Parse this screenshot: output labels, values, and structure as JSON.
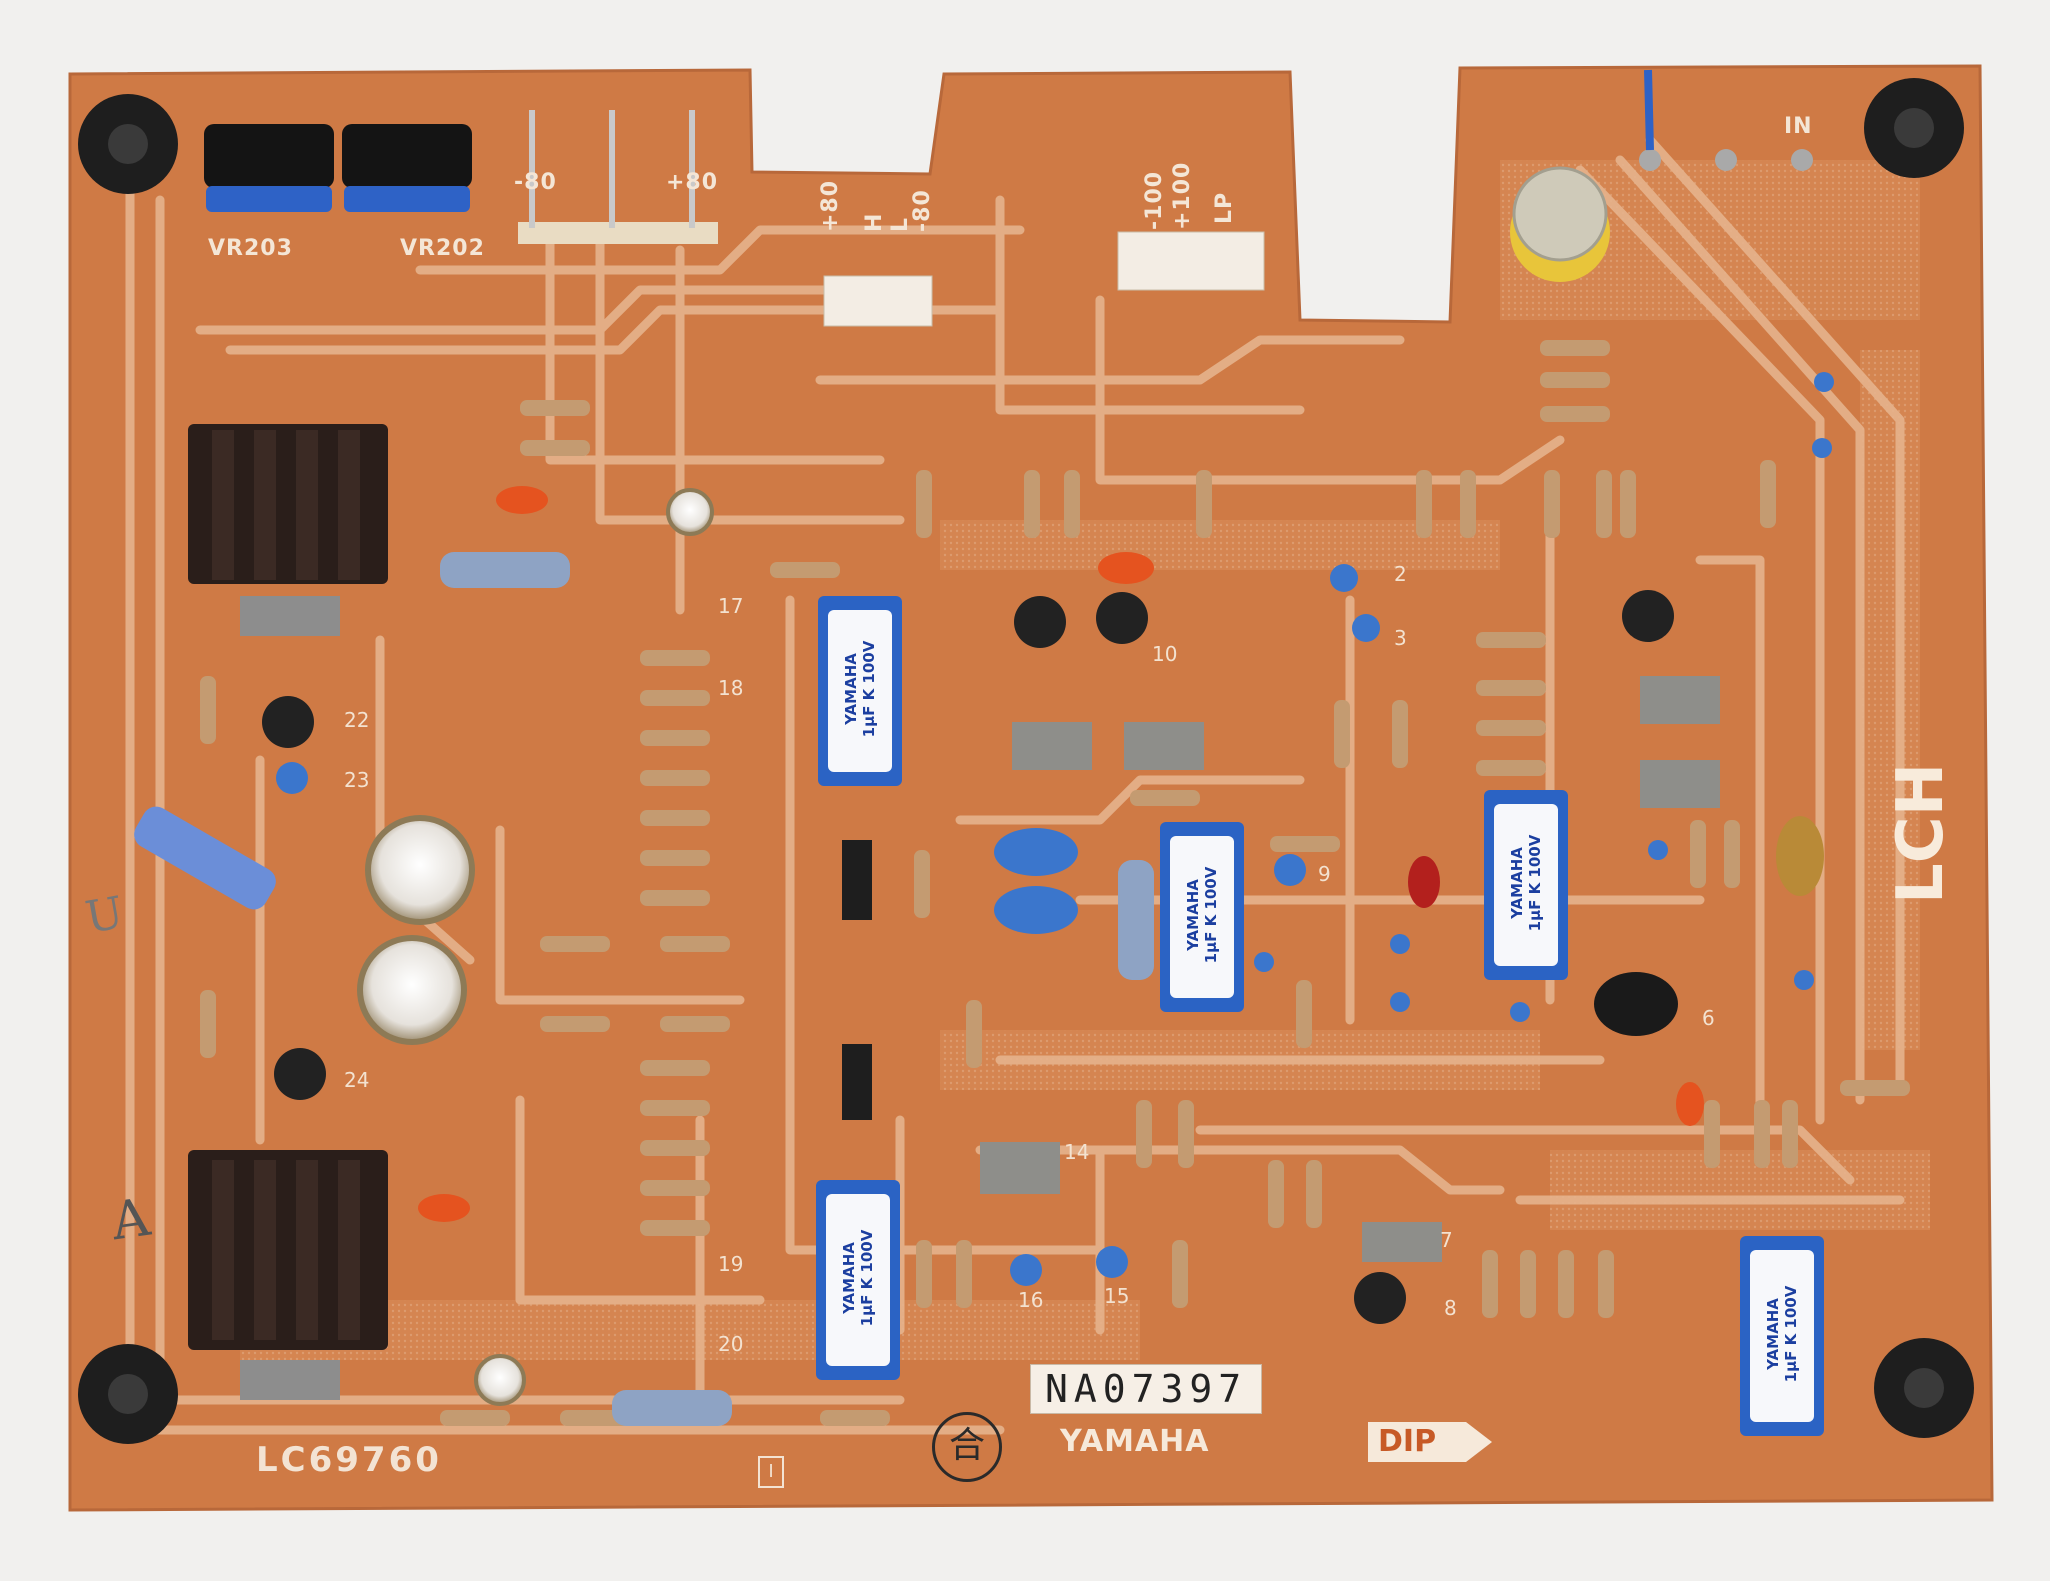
{
  "photo": {
    "subject": "",
    "background_color": "#f1f0ee",
    "board_color": "#cf7a45",
    "trace_color": "#e7b791"
  },
  "silkscreen": {
    "vr203": "VR203",
    "vr202": "VR202",
    "minus80_a": "-80",
    "plus80_a": "+80",
    "plus80_b": "+80",
    "h_label": "H",
    "l_label": "L",
    "minus80_b": "-80",
    "minus100": "-100",
    "plus100": "+100",
    "lp": "LP",
    "in_label": "IN",
    "lch": "LCH",
    "board_code": "LC69760",
    "part_number": "NA07397",
    "yamaha": "YAMAHA",
    "dip": "DIP",
    "kanji_mark": "合",
    "box_mark": "I"
  },
  "ref_numbers": [
    "22",
    "23",
    "24",
    "17",
    "18",
    "19",
    "20",
    "9",
    "14",
    "15",
    "16",
    "10",
    "7",
    "8",
    "6",
    "3",
    "2"
  ],
  "film_caps": [
    {
      "brand": "YAMAHA",
      "spec": "1μF K 100V"
    },
    {
      "brand": "YAMAHA",
      "spec": "1μF K 100V"
    },
    {
      "brand": "YAMAHA",
      "spec": "1μF K 100V"
    },
    {
      "brand": "YAMAHA",
      "spec": "1μF K 100V"
    },
    {
      "brand": "YAMAHA",
      "spec": "1μF K 100V"
    }
  ],
  "handwriting": {
    "mark_a": "A",
    "mark_u": "U"
  }
}
